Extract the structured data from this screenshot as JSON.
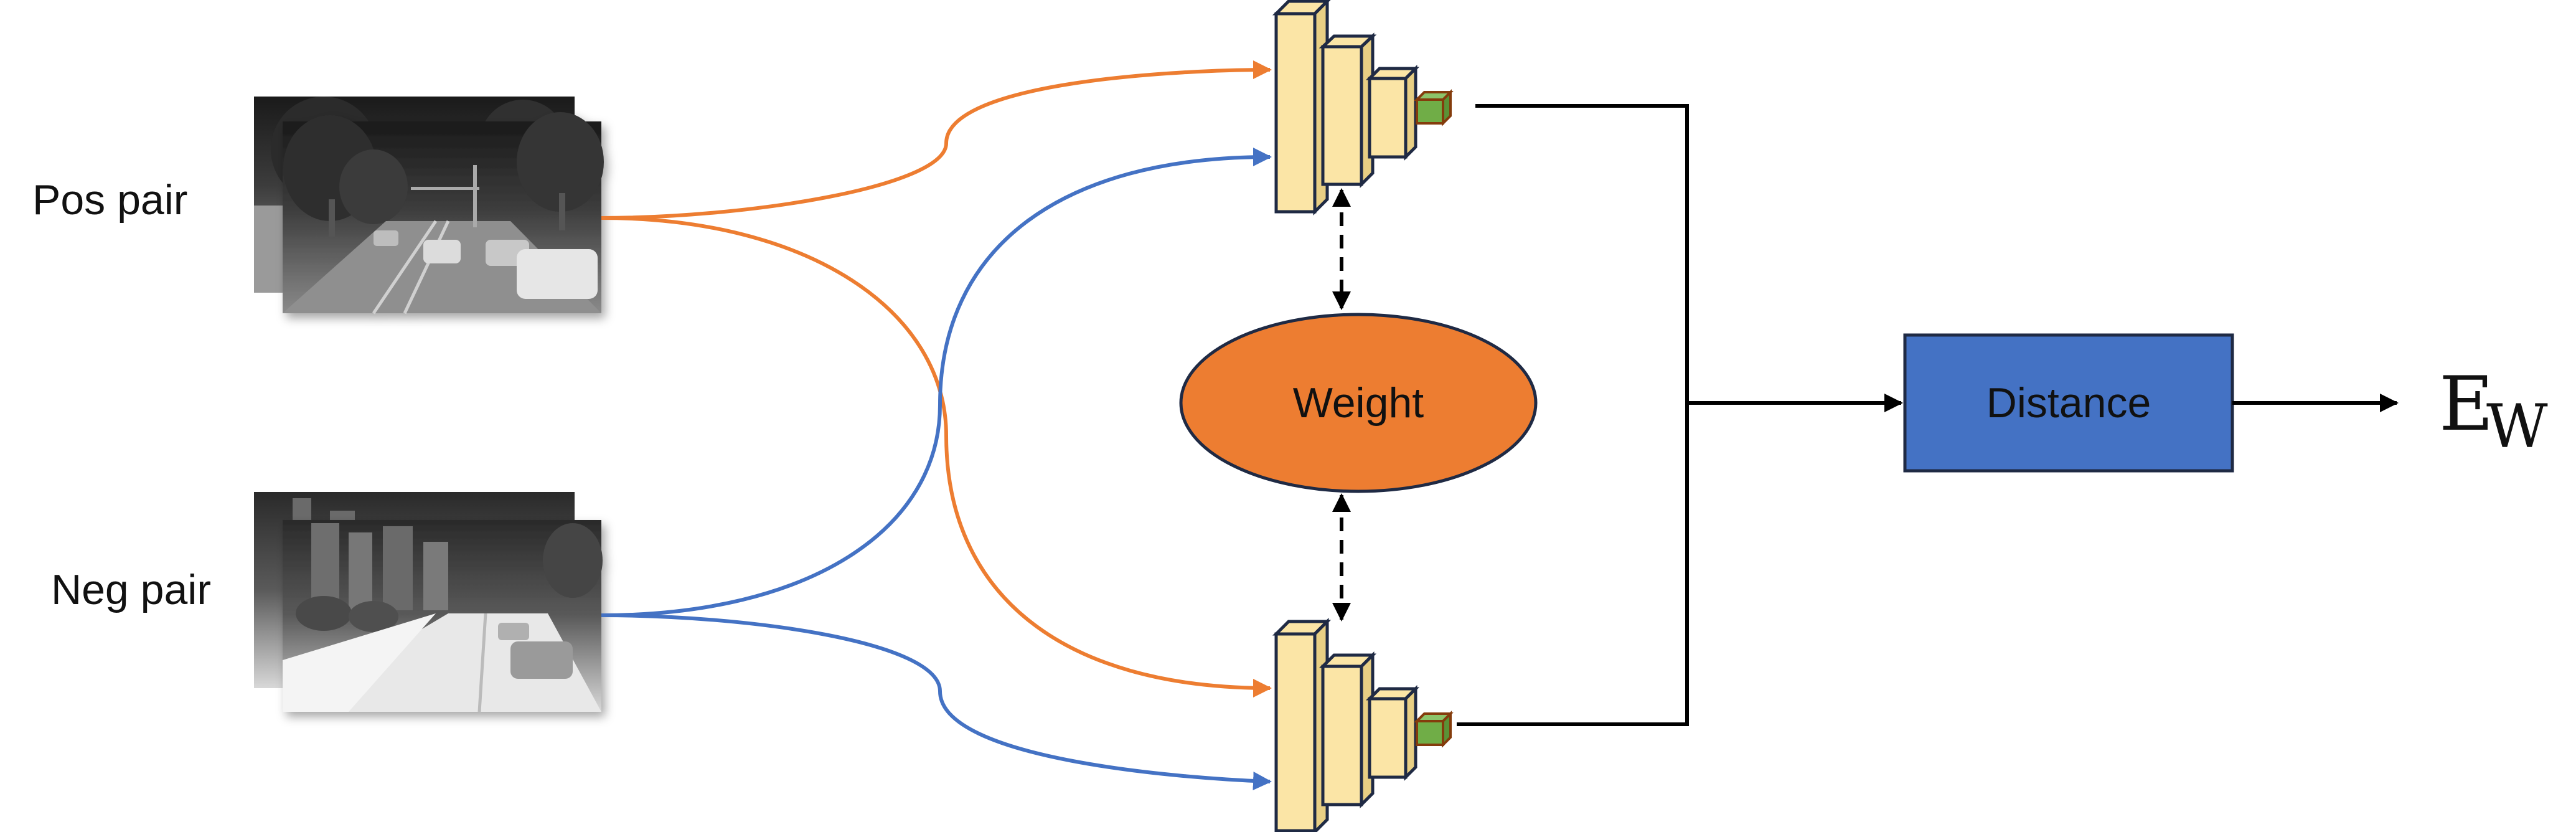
{
  "inputs": {
    "positive_label": "Pos pair",
    "negative_label": "Neg pair"
  },
  "center": {
    "weight_label": "Weight"
  },
  "distance": {
    "label": "Distance"
  },
  "output": {
    "symbol": "E",
    "subscript": "W"
  },
  "colors": {
    "orange": "#ED7D31",
    "blue": "#4472C4",
    "layer_fill": "#FBE5A6",
    "feature_fill": "#70AD47",
    "dark_outline": "#1F2A44"
  },
  "icons": {
    "pos_images": "street-scene-thermal-images",
    "neg_images": "city-street-thermal-images",
    "encoder": "cnn-encoder-stack"
  }
}
